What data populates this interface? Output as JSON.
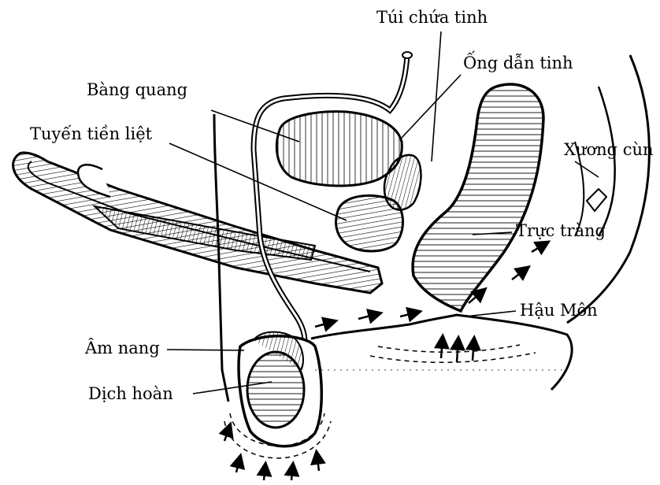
{
  "labels": {
    "seminal_vesicle": "Túi chứa tinh",
    "vas_deferens": "Ống dẫn tinh",
    "bladder": "Bàng quang",
    "prostate": "Tuyến tiền liệt",
    "coccyx": "Xương cùn",
    "rectum": "Trực tràng",
    "anus": "Hậu Môn",
    "scrotum": "Âm nang",
    "testis": "Dịch hoàn"
  },
  "colors": {
    "ink": "#000000",
    "paper": "#ffffff"
  }
}
